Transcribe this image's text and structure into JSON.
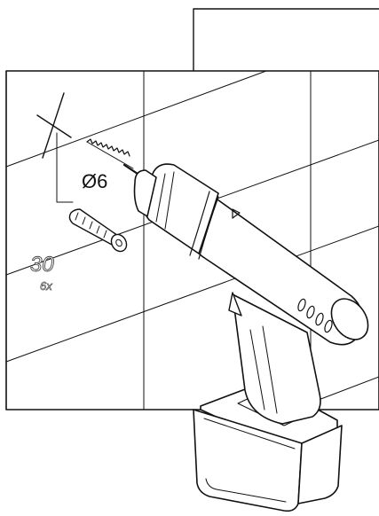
{
  "diagram": {
    "drill_bit_label": "Ø6",
    "wall_plug_length": "30",
    "wall_plug_quantity": "6x",
    "icons": [
      "wall-panel",
      "marking-cross-icon",
      "drill-bit-icon",
      "wall-plug-icon",
      "cordless-drill-icon",
      "battery-pack-icon"
    ],
    "colors": {
      "ink": "#111111",
      "background": "#ffffff"
    }
  }
}
